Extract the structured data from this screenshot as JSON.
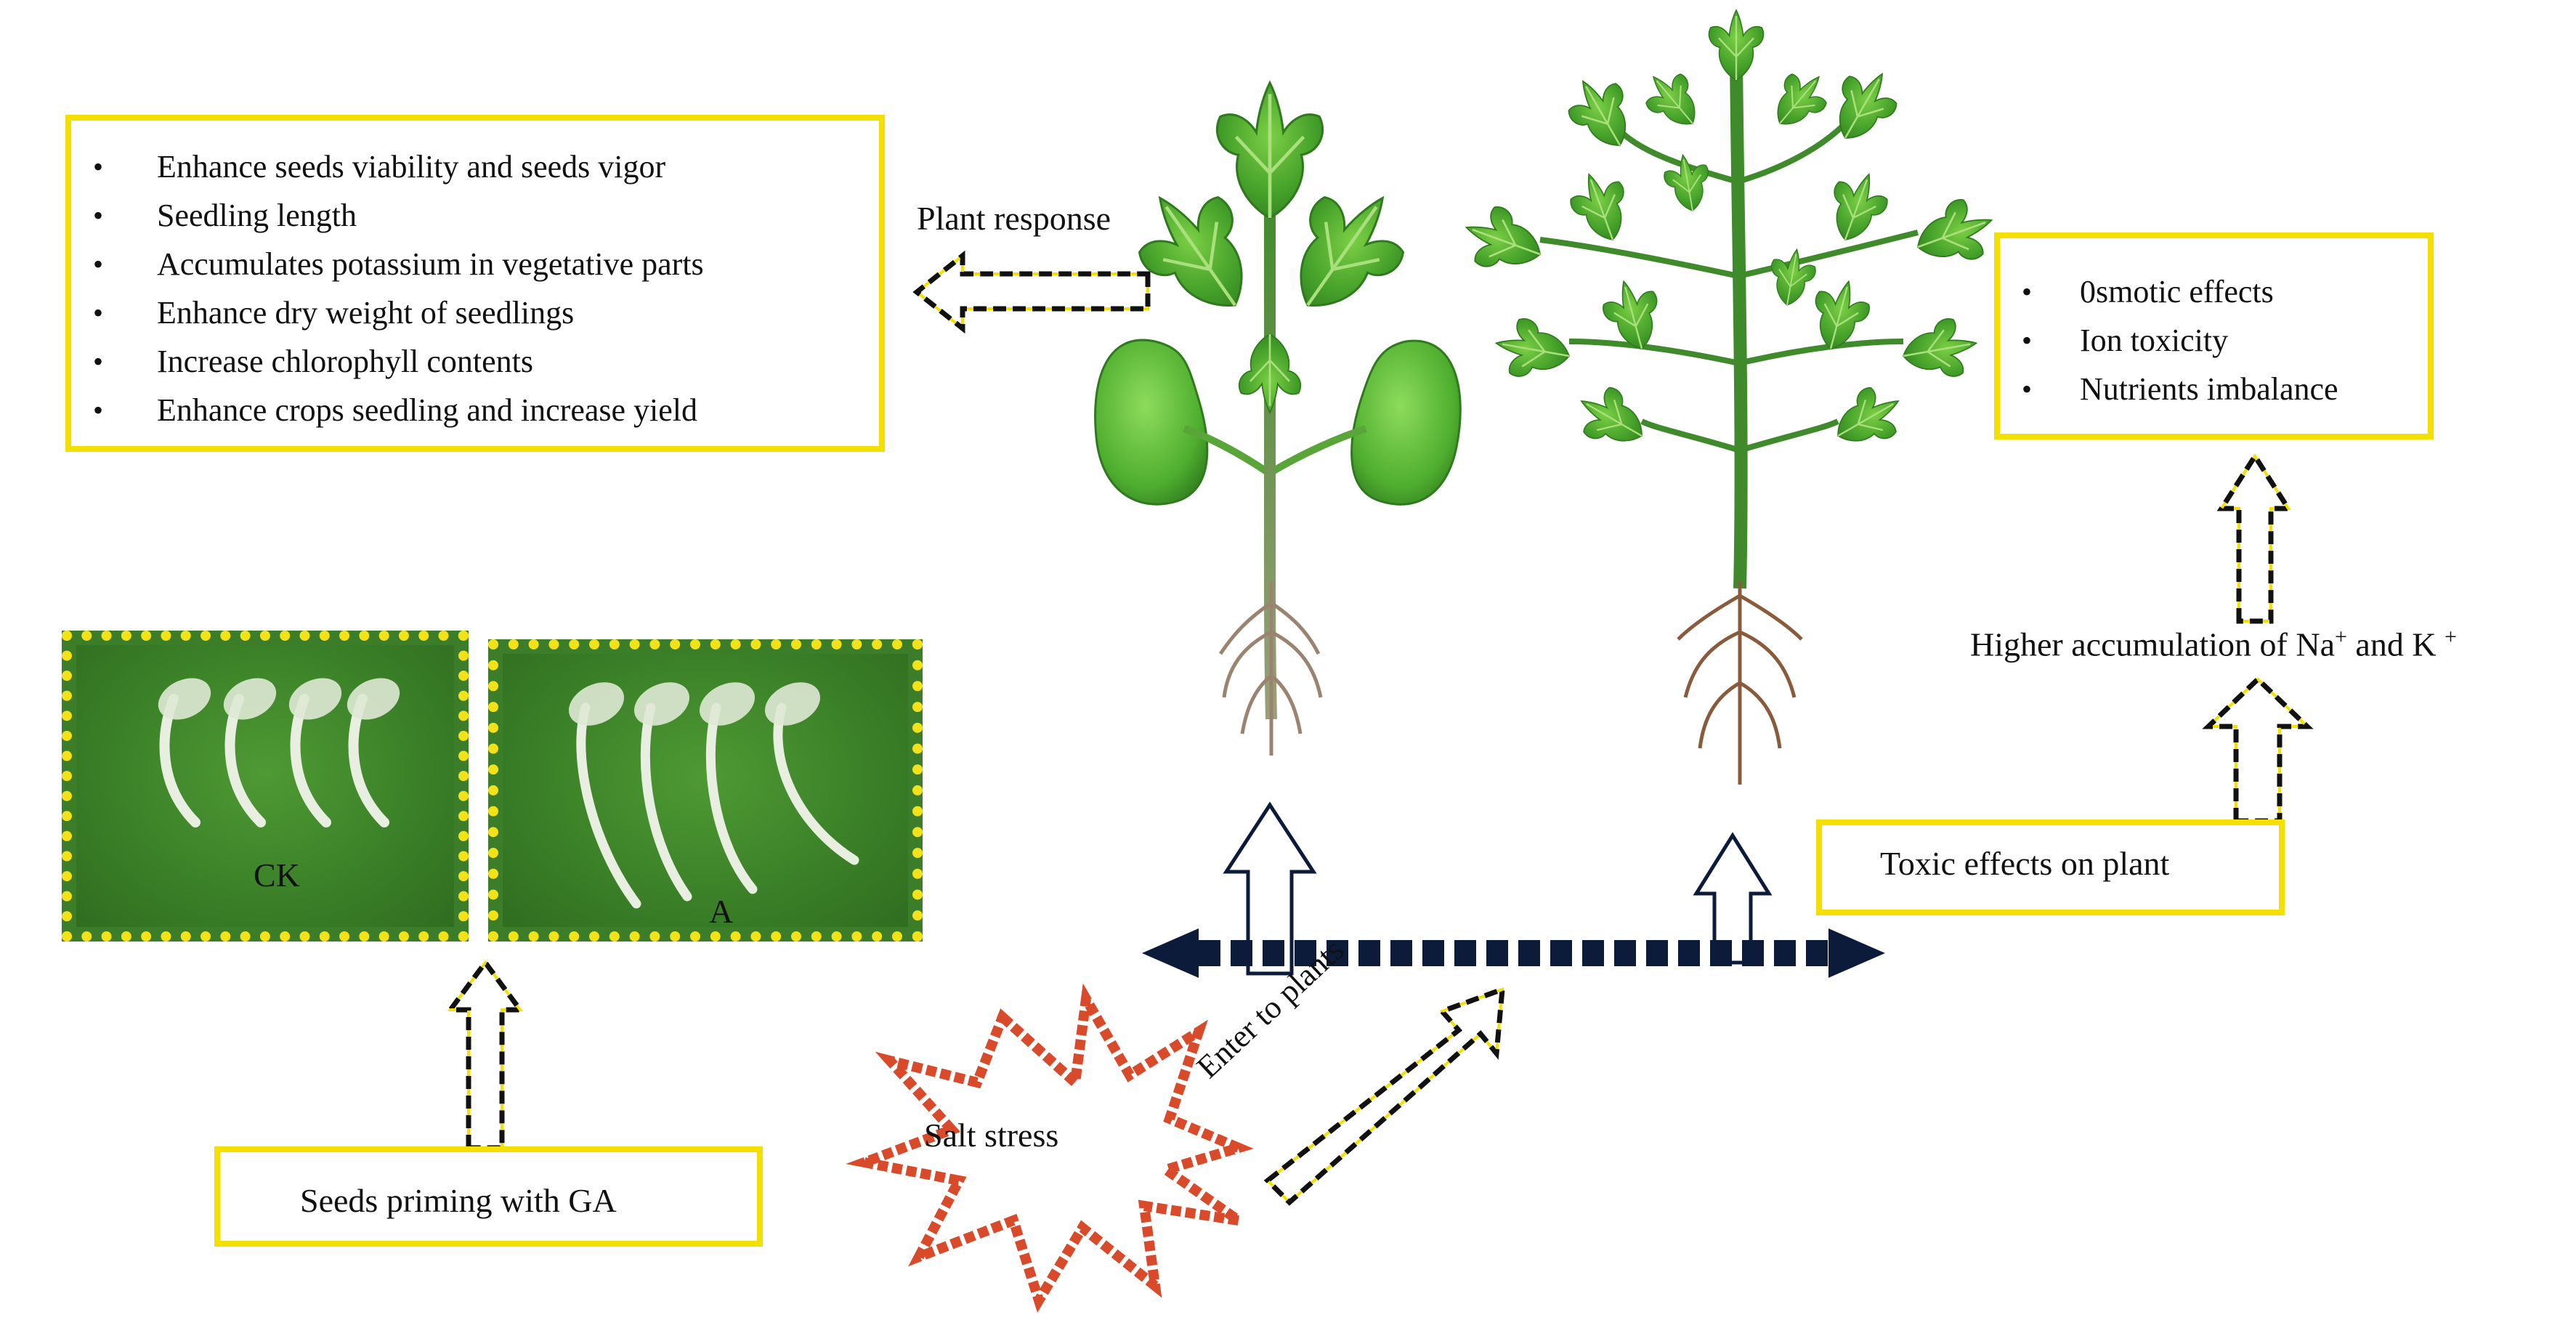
{
  "plant_response_box": {
    "items": [
      "Enhance seeds viability  and seeds vigor",
      "Seedling length",
      "Accumulates potassium in vegetative parts",
      "Enhance dry weight  of seedlings",
      "Increase chlorophyll contents",
      "Enhance crops seedling and increase yield"
    ]
  },
  "plant_response_label": "Plant response",
  "toxic_box": {
    "items": [
      "0smotic effects",
      "Ion toxicity",
      "Nutrients  imbalance"
    ]
  },
  "accumulation_label": {
    "text": "Higher  accumulation  of Na",
    "sup1": "+",
    "mid": " and K",
    "sup2": "+"
  },
  "toxic_effects_label": "Toxic effects on plant",
  "photo_labels": {
    "left": "CK",
    "right": "A"
  },
  "seeds_priming_label": "Seeds priming  with  GA",
  "salt_stress_label": "Salt  stress",
  "enter_label": "Enter to plants",
  "colors": {
    "dash": "#111111",
    "highlight_yellow": "#f3e000",
    "leaf_green": "#4caf2c",
    "stem_green": "#3f8a2a",
    "root_brown": "#8a5a3c",
    "photo_green": "#3b7d28",
    "salt_red": "#d94a2a",
    "arrow_navy": "#0d1b3a"
  }
}
